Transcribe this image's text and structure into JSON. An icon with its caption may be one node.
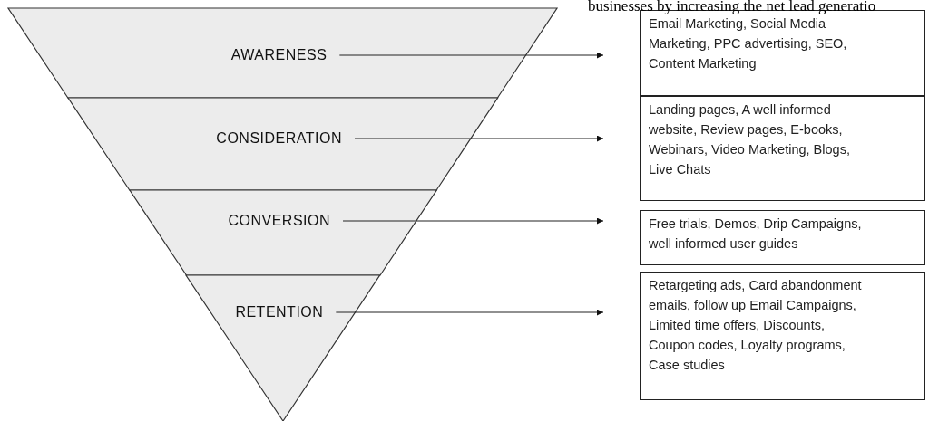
{
  "diagram": {
    "nodes": [
      {
        "text": [
          "AWARENESS"
        ]
      },
      {
        "text": [
          "CONSIDERATION"
        ]
      },
      {
        "text": [
          "CONVERSION"
        ]
      },
      {
        "text": [
          "RETENTION"
        ]
      },
      {
        "text": [
          "Email Marketing, Social Media Marketing, PPC advertising, SEO, Content Marketing"
        ]
      },
      {
        "text": [
          "Landing pages, A well informed website, Review pages, E-books, Webinars, Video Marketing, Blogs, Live Chats"
        ]
      },
      {
        "text": [
          "Free trials, Demos, Drip Campaigns, well informed user guides"
        ]
      },
      {
        "text": [
          "Retargeting ads, Card abandonment emails, follow up Email Campaigns, Limited time offers, Discounts, Coupon codes, Loyalty programs, Case studies"
        ]
      }
    ],
    "edges": [
      {
        "from": 0,
        "to": 4,
        "arrow": "to"
      },
      {
        "from": 1,
        "to": 5,
        "arrow": "to"
      },
      {
        "from": 2,
        "to": 6,
        "arrow": "to"
      },
      {
        "from": 3,
        "to": 7,
        "arrow": "to"
      }
    ],
    "labels": [
      "businesses by increasing the net lead generatio"
    ]
  }
}
